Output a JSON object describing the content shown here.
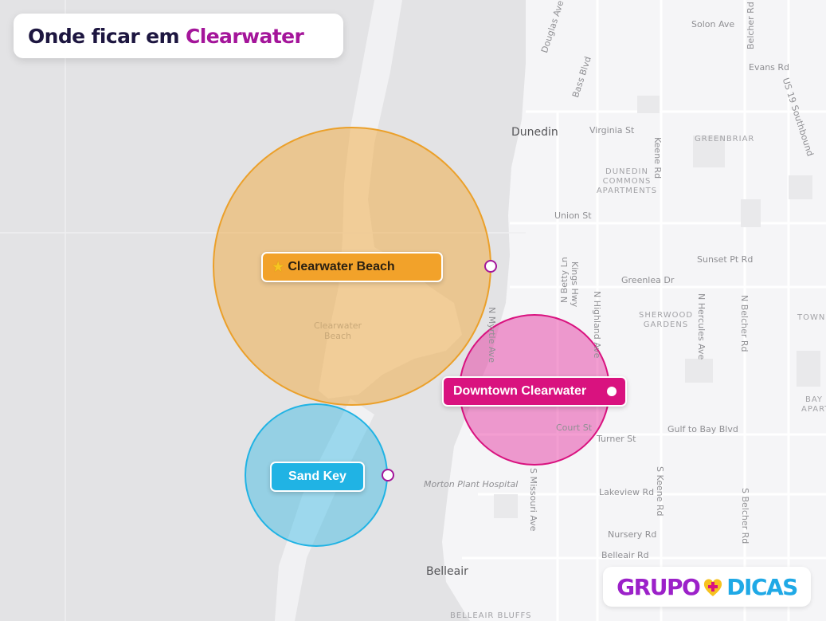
{
  "title": {
    "prefix": "Onde ficar em",
    "highlight": "Clearwater"
  },
  "zones": [
    {
      "name": "Clearwater Beach",
      "color": "#f2a22a",
      "icon": "star-icon"
    },
    {
      "name": "Downtown Clearwater",
      "color": "#d9127f"
    },
    {
      "name": "Sand Key",
      "color": "#20b3e4"
    }
  ],
  "map_labels": {
    "cities": [
      "Dunedin",
      "Belleair"
    ],
    "neighborhoods": [
      "GREENBRIAR",
      "DUNEDIN COMMONS APARTMENTS",
      "SHERWOOD GARDENS",
      "TOWN",
      "BAY APART",
      "BELLEAIR BLUFFS"
    ],
    "places": [
      "Clearwater Beach",
      "Morton Plant Hospital"
    ],
    "streets": [
      "Solon Ave",
      "Belcher Rd",
      "Evans Rd",
      "US 19 Southbound",
      "Douglas Ave",
      "Bass Blvd",
      "Virginia St",
      "Keene Rd",
      "Union St",
      "Sunset Pt Rd",
      "Greenlea Dr",
      "N Betty Ln",
      "Kings Hwy",
      "N Highland Ave",
      "N Myrtle Ave",
      "N Hercules Ave",
      "N Belcher Rd",
      "Gulf to Bay Blvd",
      "Court St",
      "Turner St",
      "S Missouri Ave",
      "Lakeview Rd",
      "S Keene Rd",
      "Nursery Rd",
      "Belleair Rd",
      "S Belcher Rd"
    ]
  },
  "logo": {
    "left": "GRUPO",
    "right": "DICAS"
  },
  "colors": {
    "water": "#e3e3e5",
    "land": "#f4f4f6",
    "title_accent": "#a4159a",
    "title_dark": "#1d1640"
  }
}
